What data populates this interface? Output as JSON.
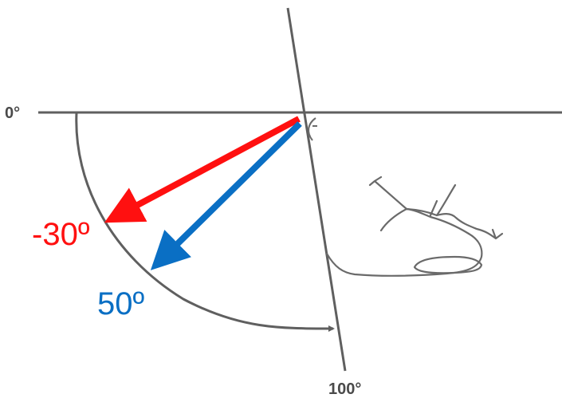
{
  "labels": {
    "zero": "0°",
    "hundred": "100°",
    "red_angle": "-30º",
    "blue_angle": "50º"
  },
  "colors": {
    "line": "#5f5f5f",
    "red": "#ff1010",
    "blue": "#0a6fc4",
    "text_gray": "#4a4a4a"
  }
}
